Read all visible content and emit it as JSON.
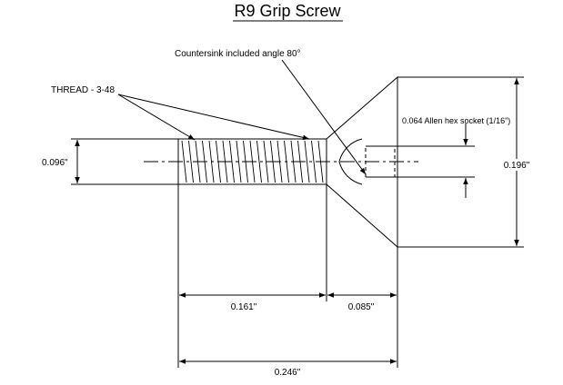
{
  "title": "R9 Grip Screw",
  "labels": {
    "countersink": "Countersink included angle 80°",
    "thread": "THREAD - 3-48",
    "hex_socket": "0.064 Allen hex socket (1/16\")",
    "dim_major_dia": "0.096\"",
    "dim_head_dia": "0.196\"",
    "dim_thread_len": "0.161\"",
    "dim_head_len": "0.085\"",
    "dim_total_len": "0.246\""
  }
}
